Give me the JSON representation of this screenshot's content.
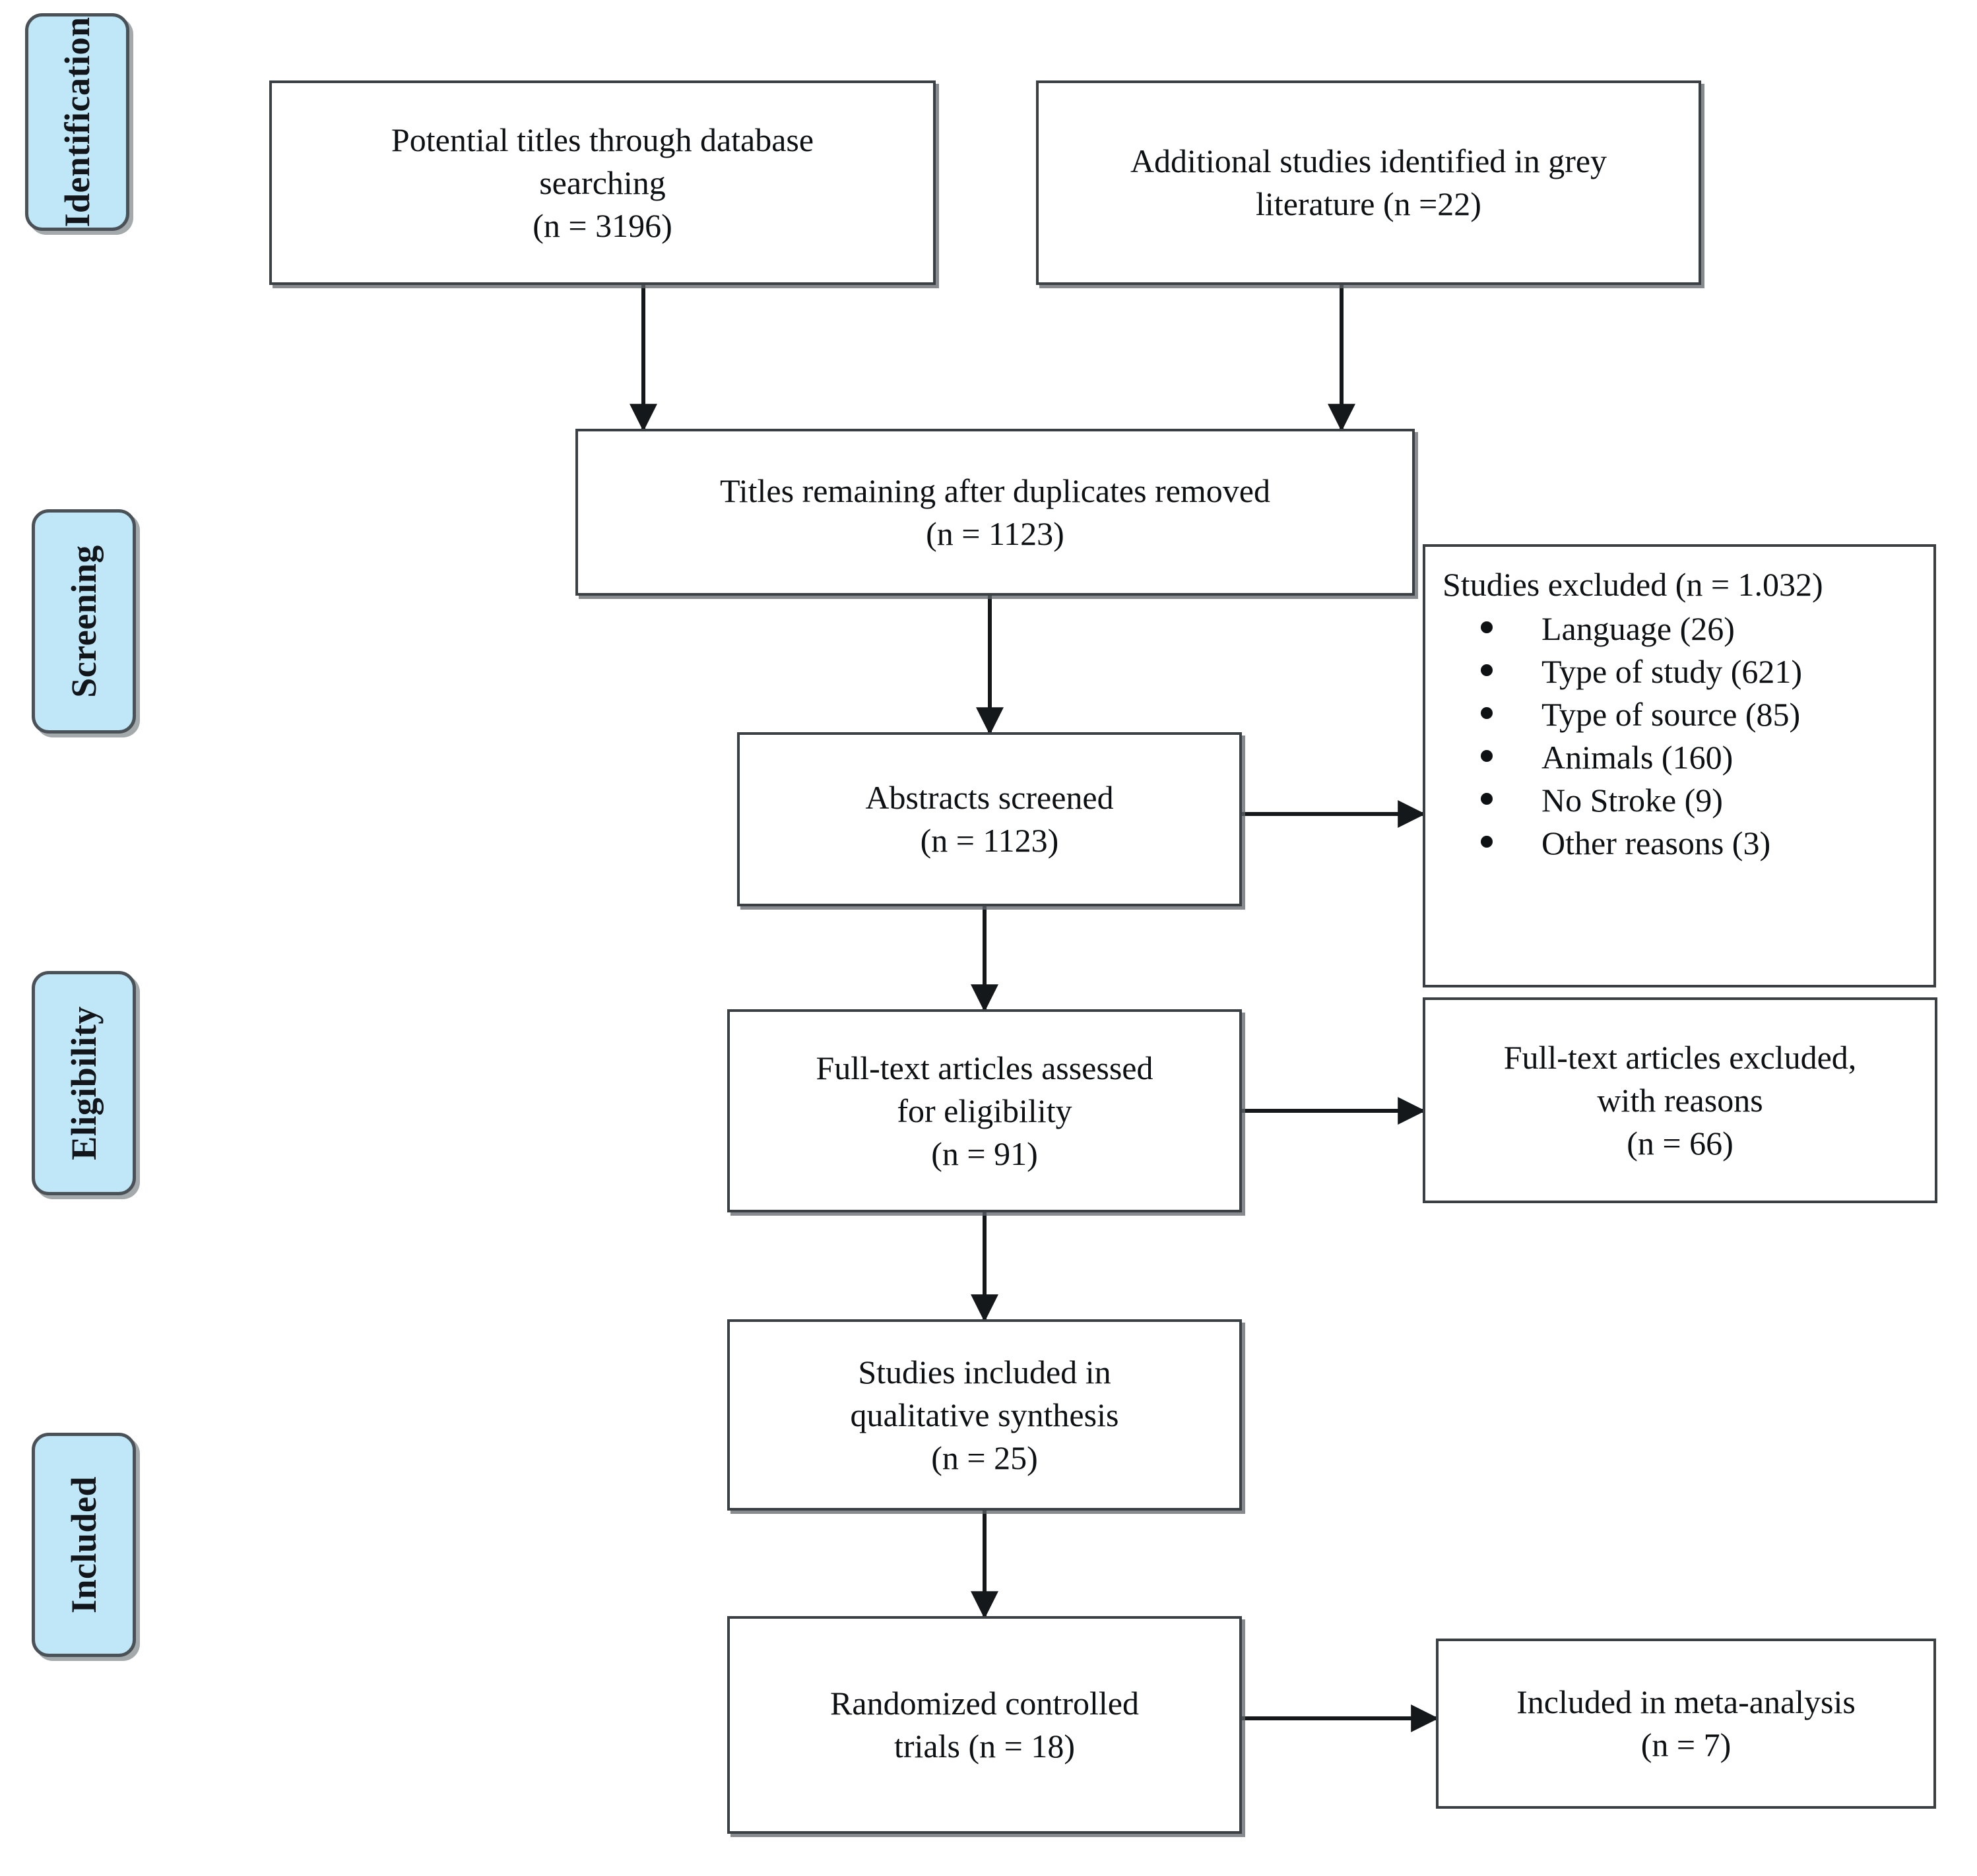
{
  "diagram": {
    "type": "prisma-flow-diagram",
    "stages": [
      {
        "label": "Identification"
      },
      {
        "label": "Screening"
      },
      {
        "label": "Eligibility"
      },
      {
        "label": "Included"
      }
    ],
    "colors": {
      "stage_tab_fill": "#bfe7f8",
      "stage_tab_border": "#4a5257",
      "box_border": "#3a3f44",
      "box_fill": "#ffffff",
      "text": "#0e1114"
    },
    "boxes": {
      "database_search": {
        "line1": "Potential titles through database",
        "line2": "searching",
        "line3": "(n = 3196)"
      },
      "grey_literature": {
        "line1": "Additional studies identified in grey",
        "line2": "literature (n =22)"
      },
      "duplicates_removed": {
        "line1": "Titles remaining after duplicates removed",
        "line2": "(n = 1123)"
      },
      "abstracts_screened": {
        "line1": "Abstracts screened",
        "line2": "(n = 1123)"
      },
      "studies_excluded": {
        "title": "Studies excluded (n = 1.032)",
        "reasons": [
          "Language (26)",
          "Type of study (621)",
          "Type of source (85)",
          "Animals (160)",
          "No Stroke (9)",
          "Other reasons (3)"
        ]
      },
      "fulltext_assessed": {
        "line1": "Full-text articles assessed",
        "line2": "for eligibility",
        "line3": "(n = 91)"
      },
      "fulltext_excluded": {
        "line1": "Full-text articles excluded,",
        "line2": "with reasons",
        "line3": "(n = 66)"
      },
      "qualitative_synthesis": {
        "line1": "Studies included in",
        "line2": "qualitative synthesis",
        "line3": "(n = 25)"
      },
      "randomized_trials": {
        "line1": "Randomized controlled",
        "line2": "trials (n = 18)"
      },
      "meta_analysis": {
        "line1": "Included in meta-analysis",
        "line2": "(n = 7)"
      }
    }
  }
}
